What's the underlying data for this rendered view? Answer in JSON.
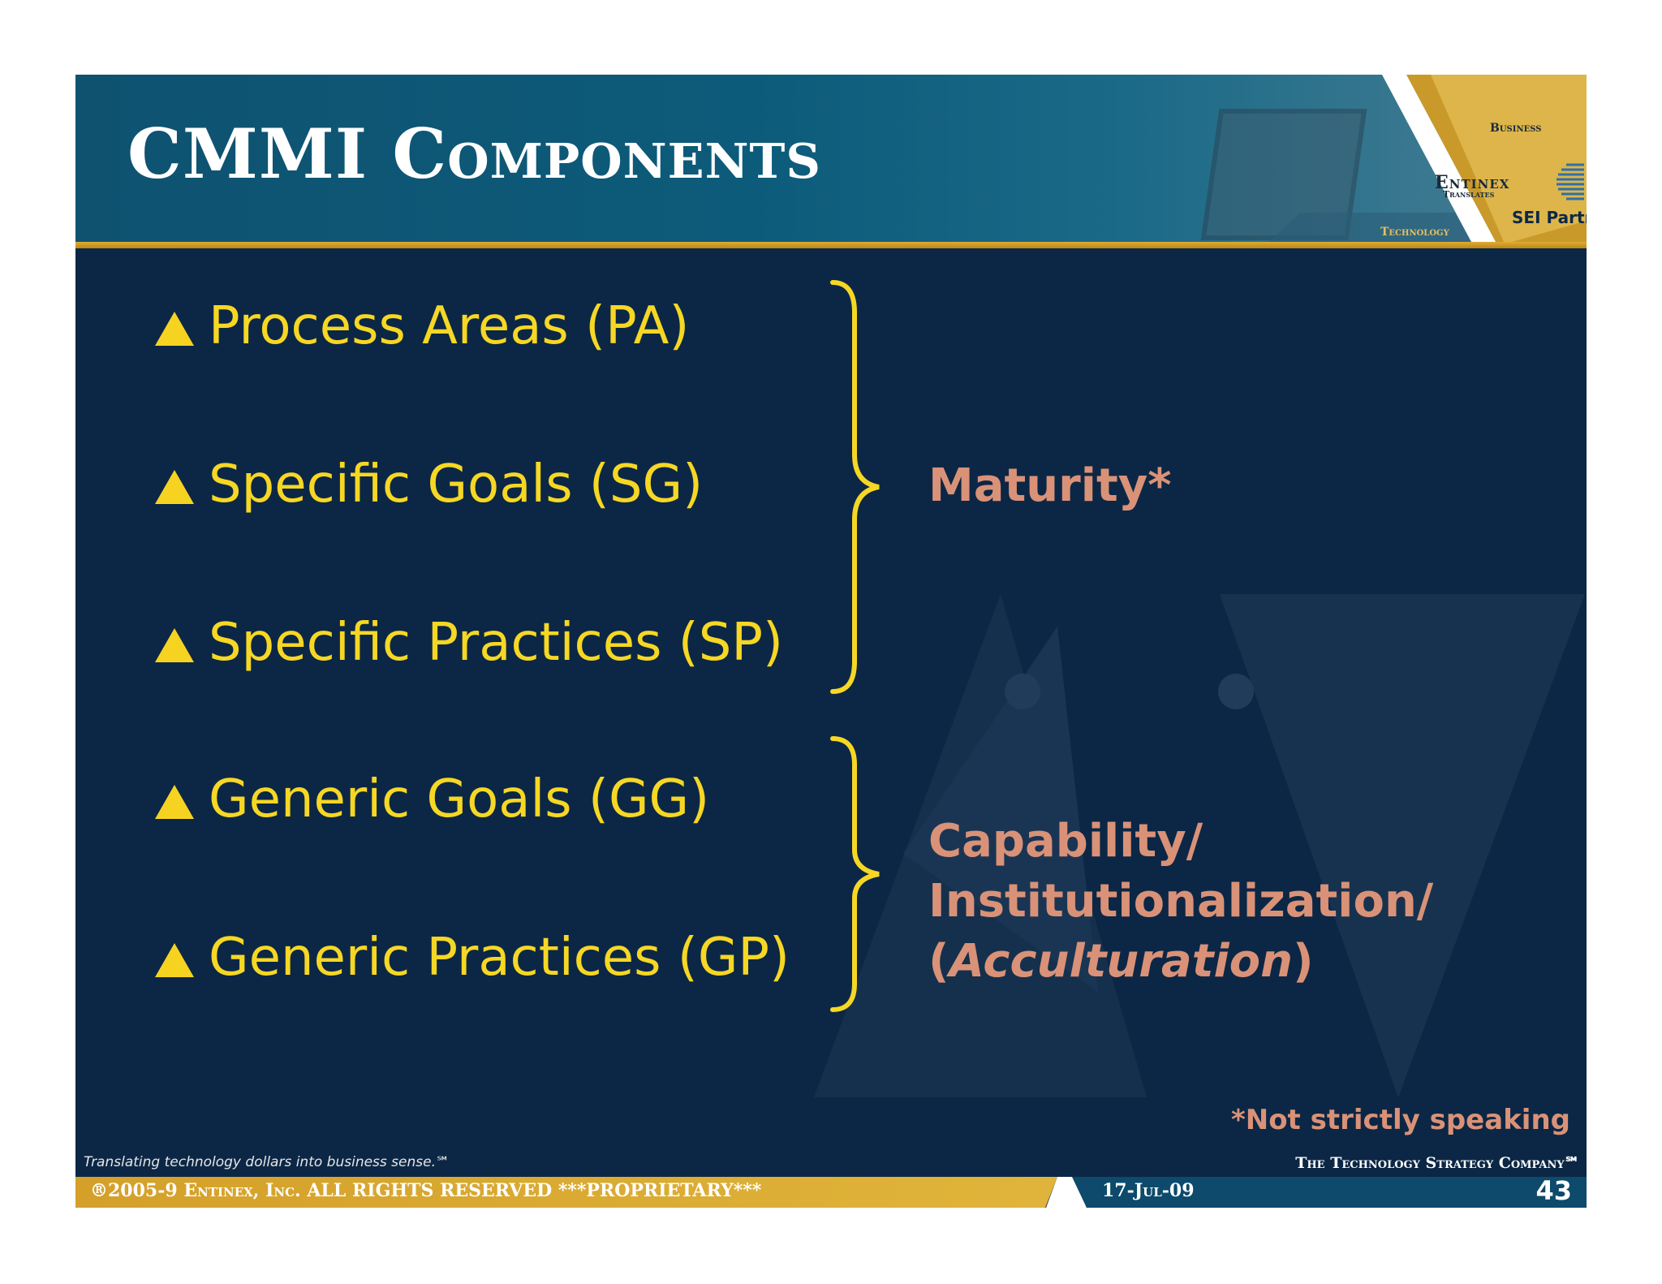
{
  "slide": {
    "title": "CMMI Components",
    "bullets": [
      {
        "text": "Process Areas (PA)"
      },
      {
        "text": "Specific Goals (SG)"
      },
      {
        "text": "Specific Practices (SP)"
      },
      {
        "text": "Generic Goals (GG)"
      },
      {
        "text": "Generic Practices (GP)"
      }
    ],
    "groups": {
      "maturity": "Maturity*",
      "capability_line1": "Capability/",
      "capability_line2": "Institutionalization/",
      "capability_line3_open": "(",
      "capability_line3_italic": "Acculturation",
      "capability_line3_close": ")"
    },
    "footnote": "*Not strictly speaking"
  },
  "logo": {
    "business": "Business",
    "entinex": "Entinex",
    "translates": "Translates",
    "sei_partner": "SEI Partner",
    "technology": "Technology"
  },
  "footer": {
    "tagline": "Translating technology dollars into business sense.℠",
    "company": "The Technology Strategy Company℠",
    "copyright": "®2005-9 Entinex, Inc. ALL RIGHTS RESERVED  ***PROPRIETARY***",
    "date": "17-Jul-09",
    "page_number": "43"
  },
  "colors": {
    "background": "#0c2745",
    "header": "#0e5270",
    "bullet_text": "#f6d724",
    "group_label": "#d99278",
    "gold": "#d4a02a"
  },
  "icons": {
    "bullet": "triangle-up-icon",
    "brace": "curly-brace-icon",
    "sei_logo": "sei-globe-icon"
  }
}
